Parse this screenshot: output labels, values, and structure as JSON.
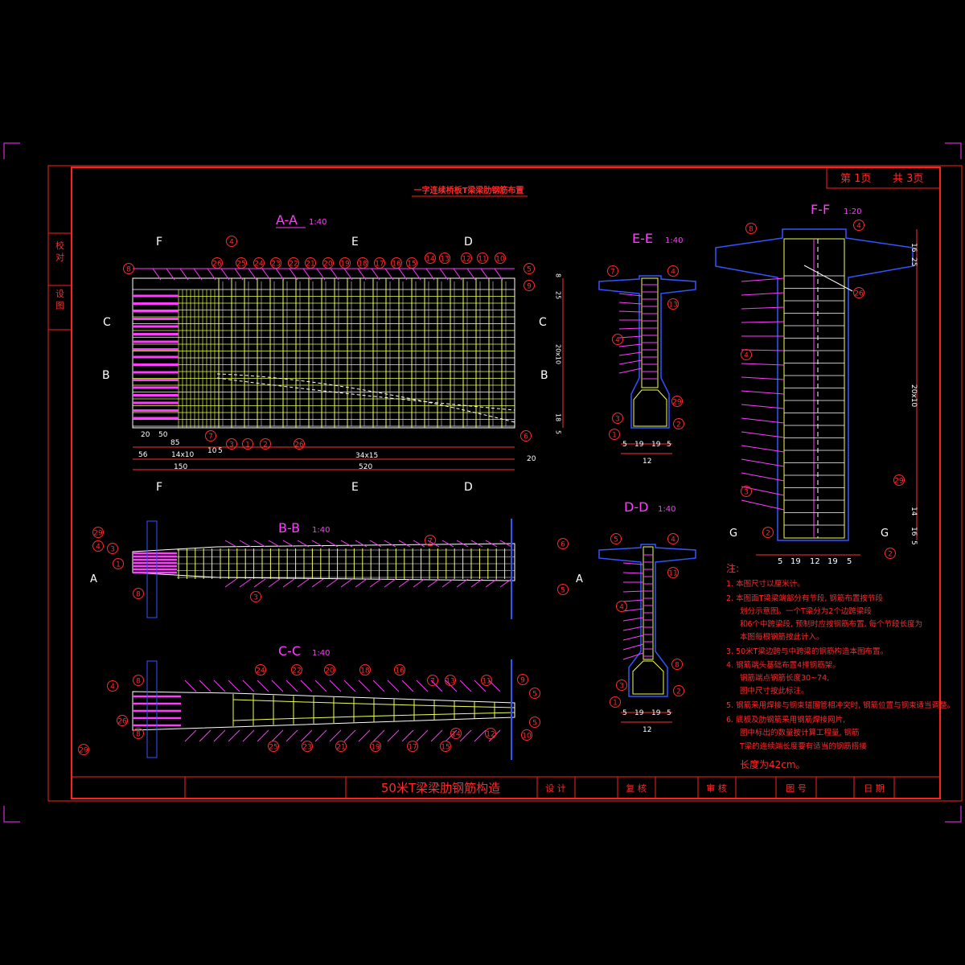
{
  "title_block": {
    "drawing_title": "一字连续桥板T梁梁肋钢筋布置",
    "sheet_left": "第 1页",
    "sheet_right": "共 3页",
    "footer_title": "50米T梁梁肋钢筋构造",
    "footer_labels": [
      "设 计",
      "复 核",
      "审 核",
      "图 号",
      "日 期"
    ],
    "left_strip": [
      "校 对",
      "设 图"
    ]
  },
  "views": {
    "aa": {
      "title": "A-A",
      "scale": "1:40"
    },
    "bb": {
      "title": "B-B",
      "scale": "1:40"
    },
    "cc": {
      "title": "C-C",
      "scale": "1:40"
    },
    "dd": {
      "title": "D-D",
      "scale": "1:40"
    },
    "ee": {
      "title": "E-E",
      "scale": "1:40"
    },
    "ff": {
      "title": "F-F",
      "scale": "1:20"
    }
  },
  "section_marks": {
    "f": "F",
    "e": "E",
    "d": "D",
    "c": "C",
    "b": "B",
    "a": "A",
    "g": "G"
  },
  "aa_dims": {
    "d20": "20",
    "d50": "50",
    "d85": "85",
    "d56": "56",
    "d14x10": "14x10",
    "d10": "10",
    "d5": "5",
    "d150": "150",
    "d34x15": "34x15",
    "d520": "520",
    "d20r": "20",
    "r25": "25",
    "r8": "8",
    "r20x10": "20x10",
    "r18": "18",
    "r5": "5"
  },
  "ff_dims": {
    "bottom": [
      "5",
      "19",
      "12",
      "19",
      "5"
    ],
    "right": [
      "16",
      "25",
      "20x10",
      "14",
      "16",
      "5"
    ]
  },
  "ee_dims": {
    "bottom": [
      "5",
      "19",
      "19",
      "5"
    ],
    "total": "12"
  },
  "dd_dims": {
    "bottom": [
      "5",
      "19",
      "19",
      "5"
    ],
    "total": "12"
  },
  "aa_top_bubbles": [
    "8",
    "26",
    "4",
    "25",
    "24",
    "23",
    "22",
    "21",
    "20",
    "19",
    "18",
    "17",
    "16",
    "15",
    "14",
    "13",
    "12",
    "11",
    "10",
    "5",
    "9"
  ],
  "aa_bottom_bubbles": [
    "7",
    "3",
    "1",
    "2",
    "26",
    "6"
  ],
  "notes": {
    "head": "注:",
    "lines": [
      "1. 本图尺寸以厘米计。",
      "2. 本图面T梁梁端部分有节段, 钢筋布置按节段",
      "划分示意图。一个T梁分为2个边跨梁段",
      "和6个中跨梁段, 预制时应按钢筋布置, 每个节段长度为",
      "本图每根钢筋按此计入。",
      "3. 50米T梁边跨与中跨梁的钢筋构造本图布置。",
      "4. 钢筋端头基础布置4排钢筋架。",
      "钢筋端点钢筋长度30~74,",
      "图中尺寸按此标注。",
      "5. 钢筋采用焊接与钢束锚固管相冲突时, 钢筋位置与钢束适当调整。",
      "6. 底板及肋钢筋采用钢筋焊接网片,",
      "图中标出的数量按计算工程量, 钢筋",
      "T梁的连续端长度要有适当的钢筋搭接",
      "长度为42cm。"
    ]
  }
}
